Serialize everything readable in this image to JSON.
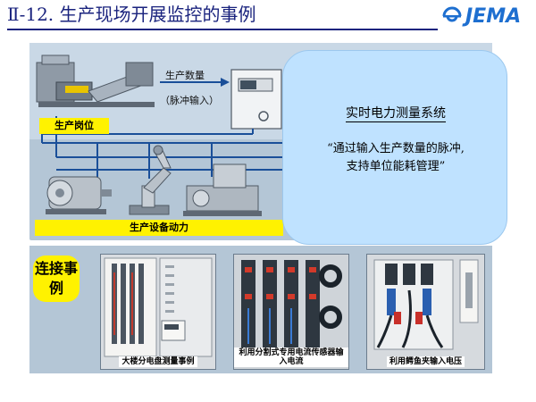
{
  "header": {
    "title": "Ⅱ-12. 生产现场开展监控的事例",
    "logo_text": "JEMA",
    "brand_color": "#1e6fd0",
    "title_color": "#1a237e"
  },
  "diagram": {
    "production_post_label": "生产岗位",
    "production_qty_label": "生产数量",
    "pulse_input_label": "（脉冲输入）",
    "equipment_power_label": "生产设备动力",
    "highlight_color": "#fff200"
  },
  "info_bubble": {
    "heading": "实时电力测量系统",
    "body": "“通过输入生产数量的脉冲,\n支持单位能耗管理”"
  },
  "examples": {
    "badge": "连接事例",
    "photos": [
      {
        "caption": "大楼分电盘测量事例"
      },
      {
        "caption": "利用分割式专用电流传感器输入电流"
      },
      {
        "caption": "利用鳄鱼夹输入电压"
      }
    ]
  }
}
